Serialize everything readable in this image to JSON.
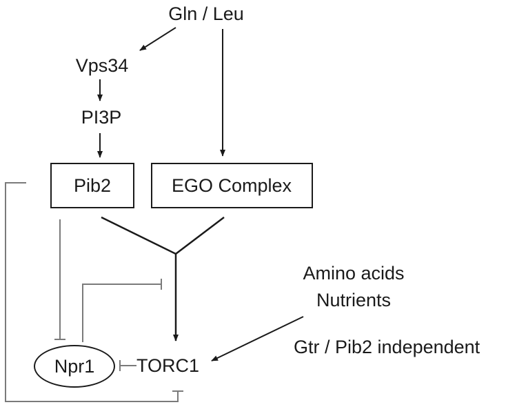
{
  "nodes": {
    "gln_leu": "Gln / Leu",
    "vps34": "Vps34",
    "pi3p": "PI3P",
    "pib2": "Pib2",
    "ego": "EGO Complex",
    "npr1": "Npr1",
    "torc1": "TORC1"
  },
  "side_labels": {
    "amino_acids": "Amino acids",
    "nutrients": "Nutrients",
    "independent": "Gtr / Pib2 independent"
  },
  "colors": {
    "activation": "#1a1a1a",
    "inhibition": "#7a7a7a"
  }
}
